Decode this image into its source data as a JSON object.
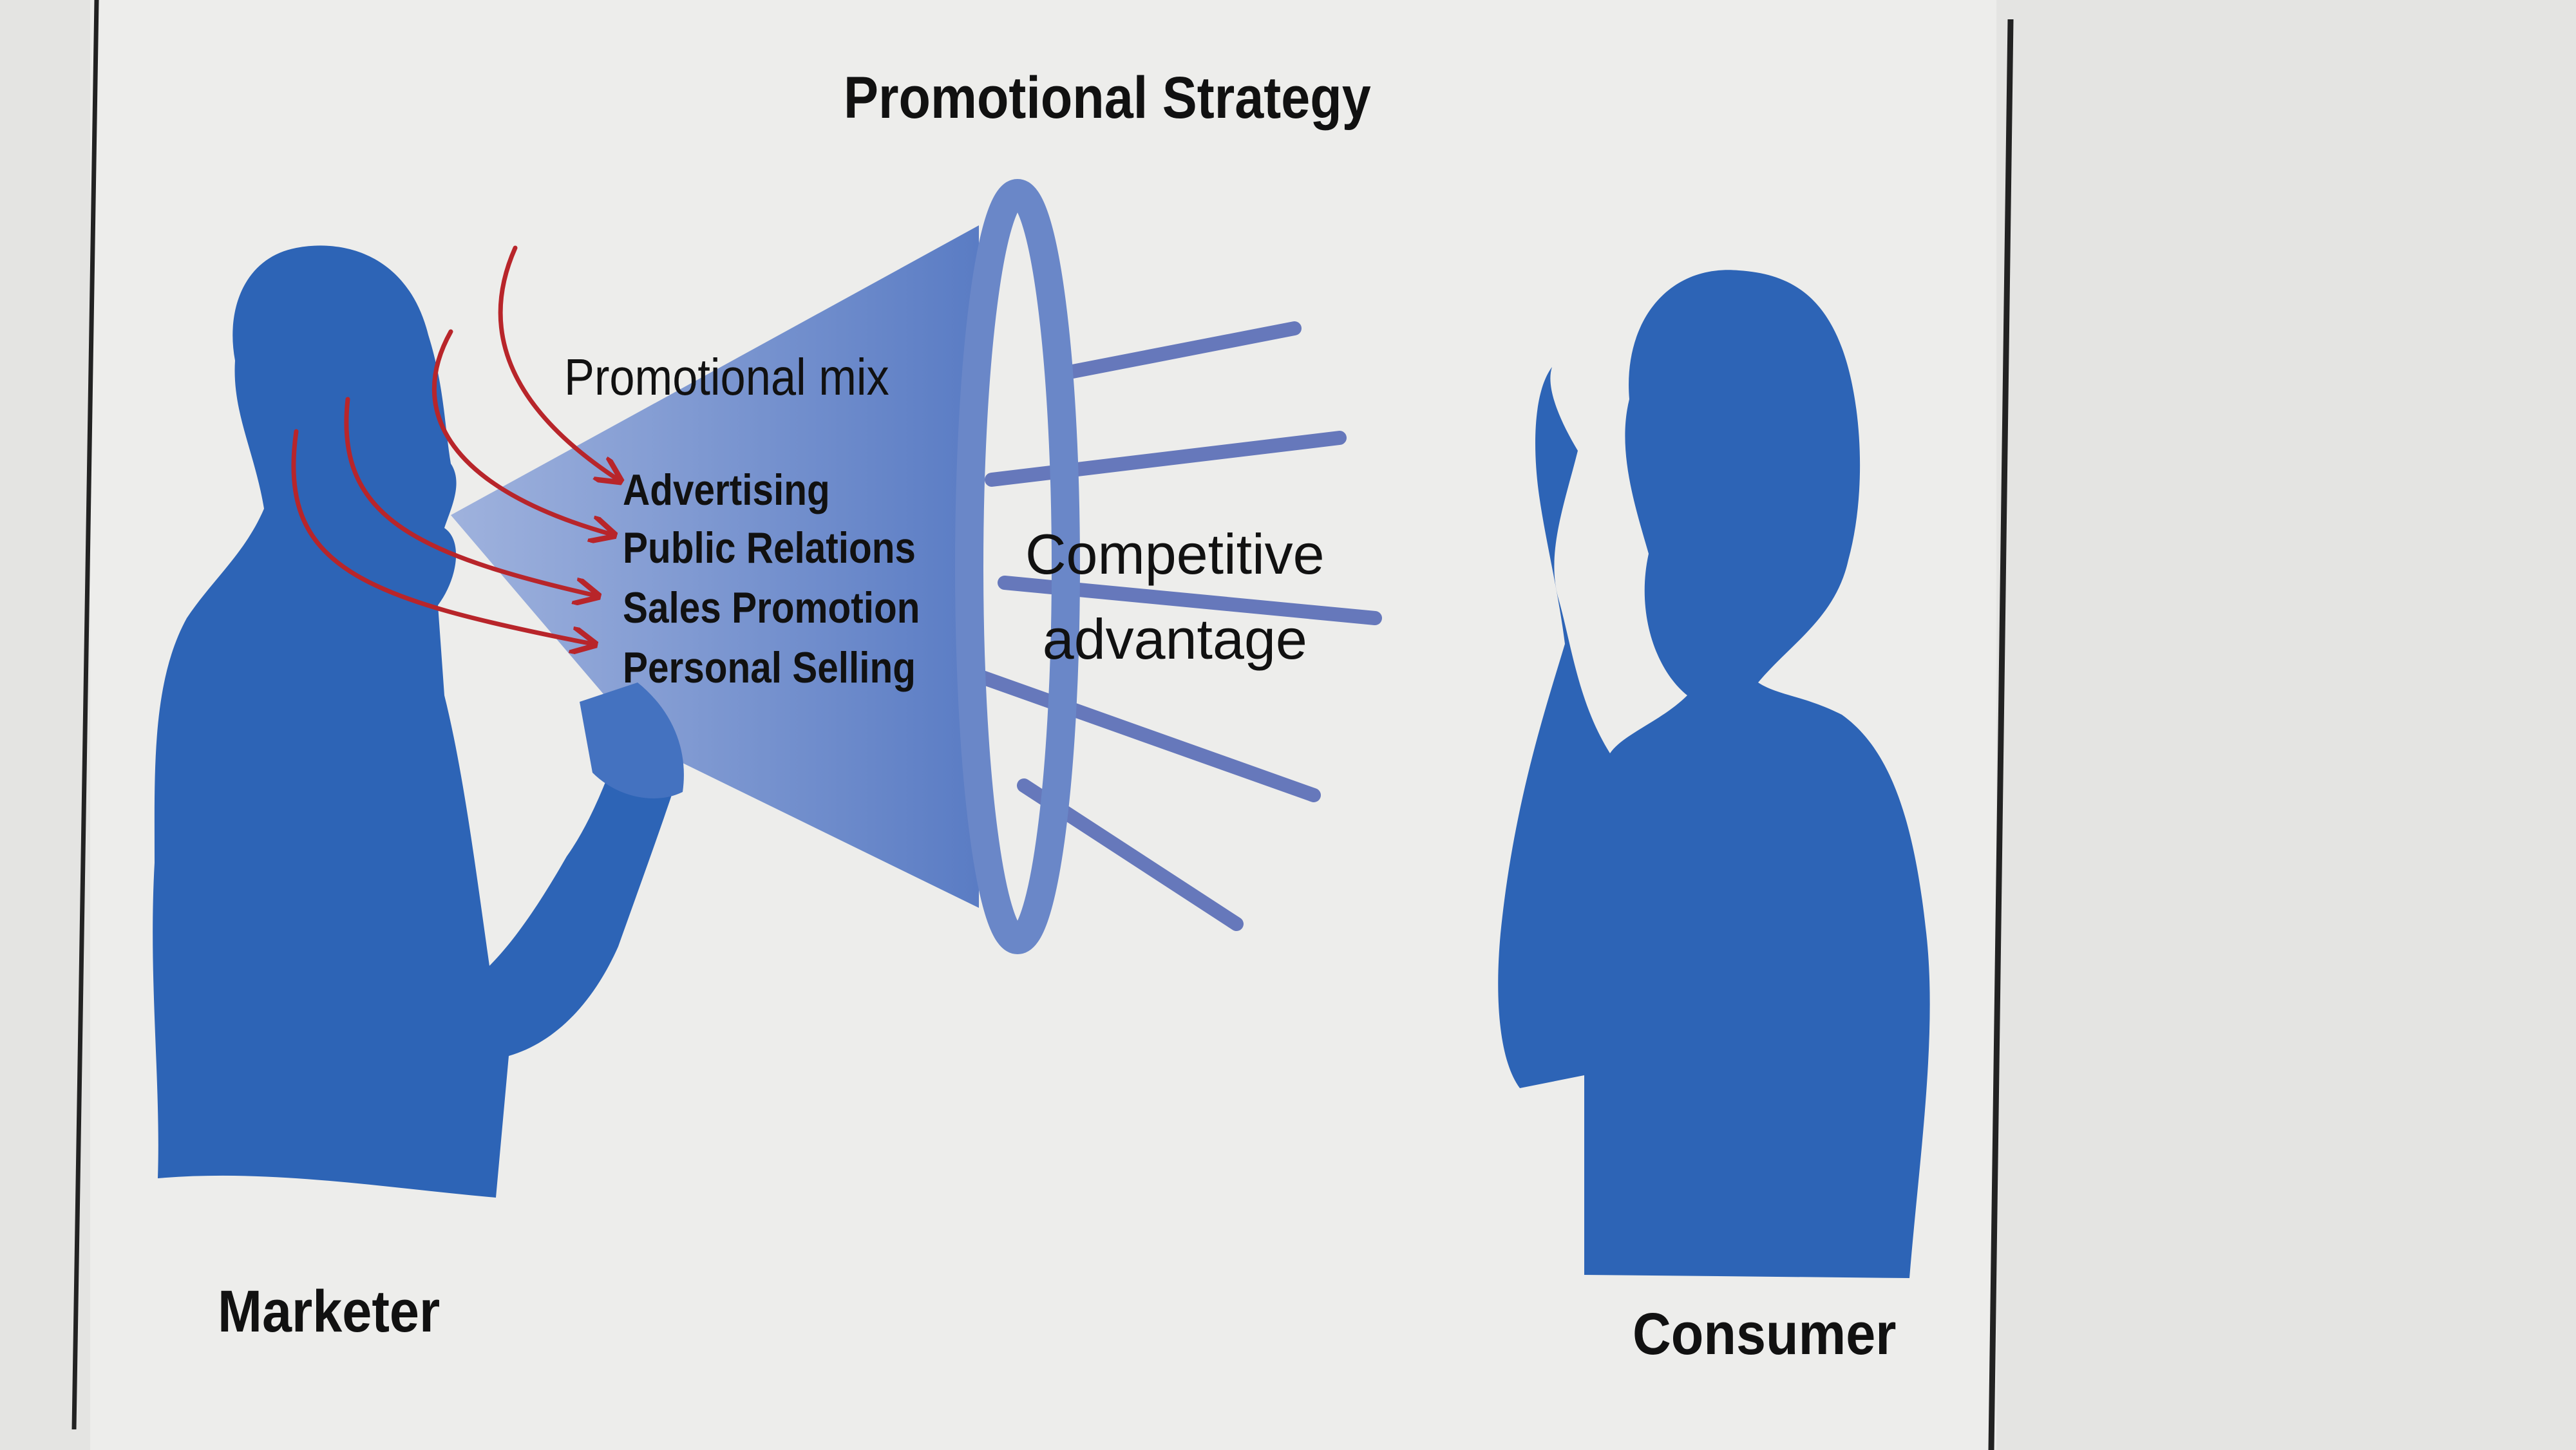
{
  "title": "Promotional Strategy",
  "promotional_mix": {
    "heading": "Promotional mix",
    "items": [
      "Advertising",
      "Public Relations",
      "Sales Promotion",
      "Personal Selling"
    ]
  },
  "outcome": [
    "Competitive",
    "advantage"
  ],
  "actors": {
    "sender": "Marketer",
    "receiver": "Consumer"
  },
  "colors": {
    "background": "#e4e4e2",
    "panel": "#ececea",
    "figure": "#2d64b6",
    "megaphone": "#6a87c8",
    "rays": "#6678bb",
    "arrows": "#b8252a",
    "text": "#111111"
  }
}
